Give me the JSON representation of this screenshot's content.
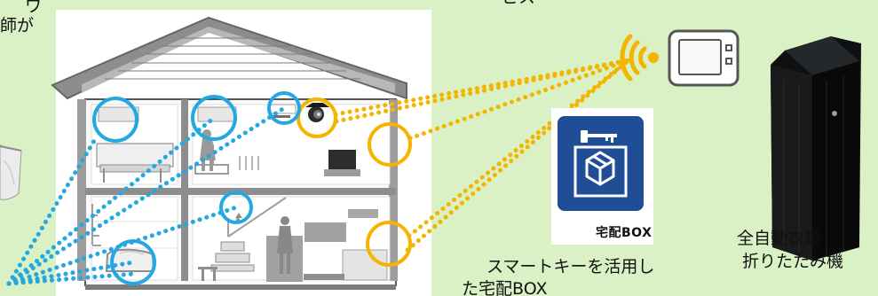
{
  "captions": {
    "left_partial_1": "ワ",
    "left_partial_2": "師が",
    "top_partial": "ビス",
    "smart_box_line_1": "スマートキーを活用し",
    "smart_box_line_2": "た宅配BOX",
    "folding_machine_line_1": "全自動衣類",
    "folding_machine_line_2": "折りたたみ機"
  },
  "box_icon": {
    "label": "宅配BOX"
  },
  "colors": {
    "background": "#d9f1c4",
    "blue_link": "#23a8e1",
    "orange_link": "#f4b400",
    "box_blue": "#1f4d96"
  },
  "icons": {
    "wifi": "wifi-icon",
    "tablet": "tablet-icon",
    "camera": "camera-icon",
    "key": "key-icon",
    "package": "package-icon"
  }
}
